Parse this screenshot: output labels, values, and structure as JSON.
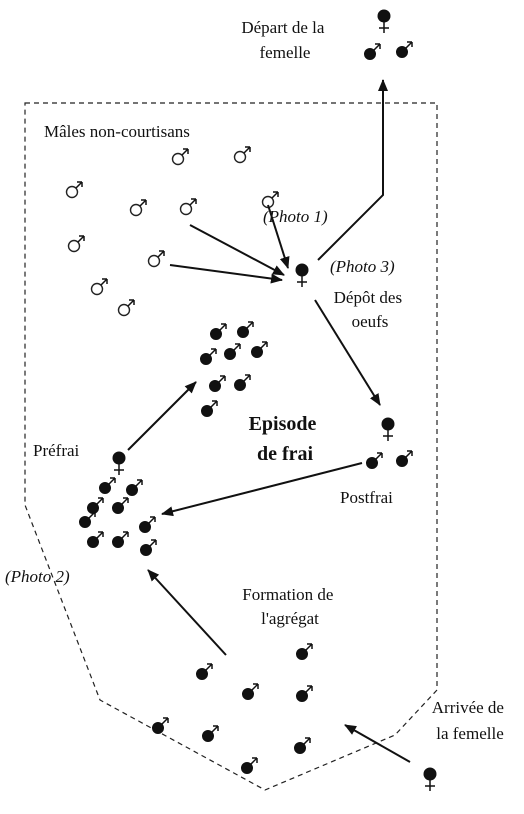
{
  "labels": {
    "female_departure": [
      "Départ de la",
      "femelle"
    ],
    "non_courting_males": "Mâles non-courtisans",
    "photo1": "(Photo 1)",
    "photo3": "(Photo 3)",
    "egg_deposit": [
      "Dépôt des",
      "oeufs"
    ],
    "spawning_episode": [
      "Episode",
      "de frai"
    ],
    "prespawn": "Préfrai",
    "postspawn": "Postfrai",
    "photo2": "(Photo 2)",
    "aggregate_formation": [
      "Formation de",
      "l'agrégat"
    ],
    "female_arrival": [
      "Arrivée de",
      "la femelle"
    ]
  }
}
